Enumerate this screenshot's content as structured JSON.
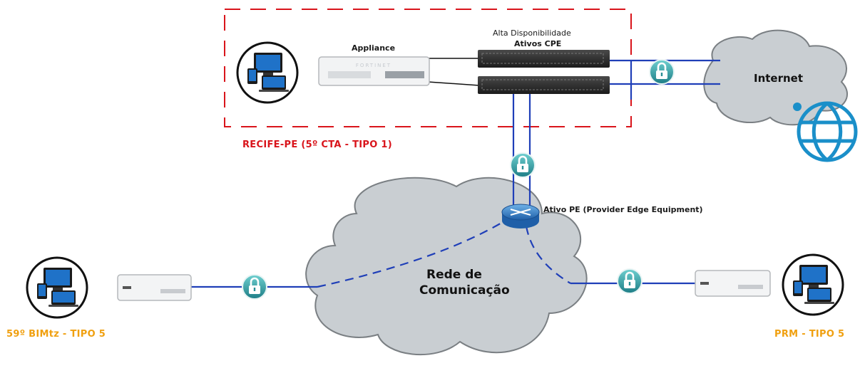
{
  "labels": {
    "alta_disponibilidade": "Alta Disponibilidade",
    "ativos_cpe": "Ativos CPE",
    "appliance": "Appliance",
    "internet": "Internet",
    "site_recife": "RECIFE-PE (5º CTA - TIPO 1)",
    "ativo_pe": "Ativo PE (Provider Edge Equipment)",
    "rede_line1": "Rede de",
    "rede_line2": "Comunicação",
    "site_59": "59º BIMtz - TIPO 5",
    "site_prm": "PRM - TIPO 5"
  },
  "devices": {
    "appliance_brand": "FORTINET"
  },
  "icons": [
    "devices-icon",
    "fortinet-appliance-icon",
    "switch-icon",
    "lock-icon",
    "router-icon",
    "globe-icon",
    "cloud-icon"
  ],
  "colors": {
    "link": "#1f3fb8",
    "cloud": "#c9ced2",
    "lock": "#3aa6a6",
    "dash_box": "#d9141b",
    "site_red": "#d9141b",
    "site_orange": "#f0a010",
    "globe": "#1a8fc9"
  }
}
